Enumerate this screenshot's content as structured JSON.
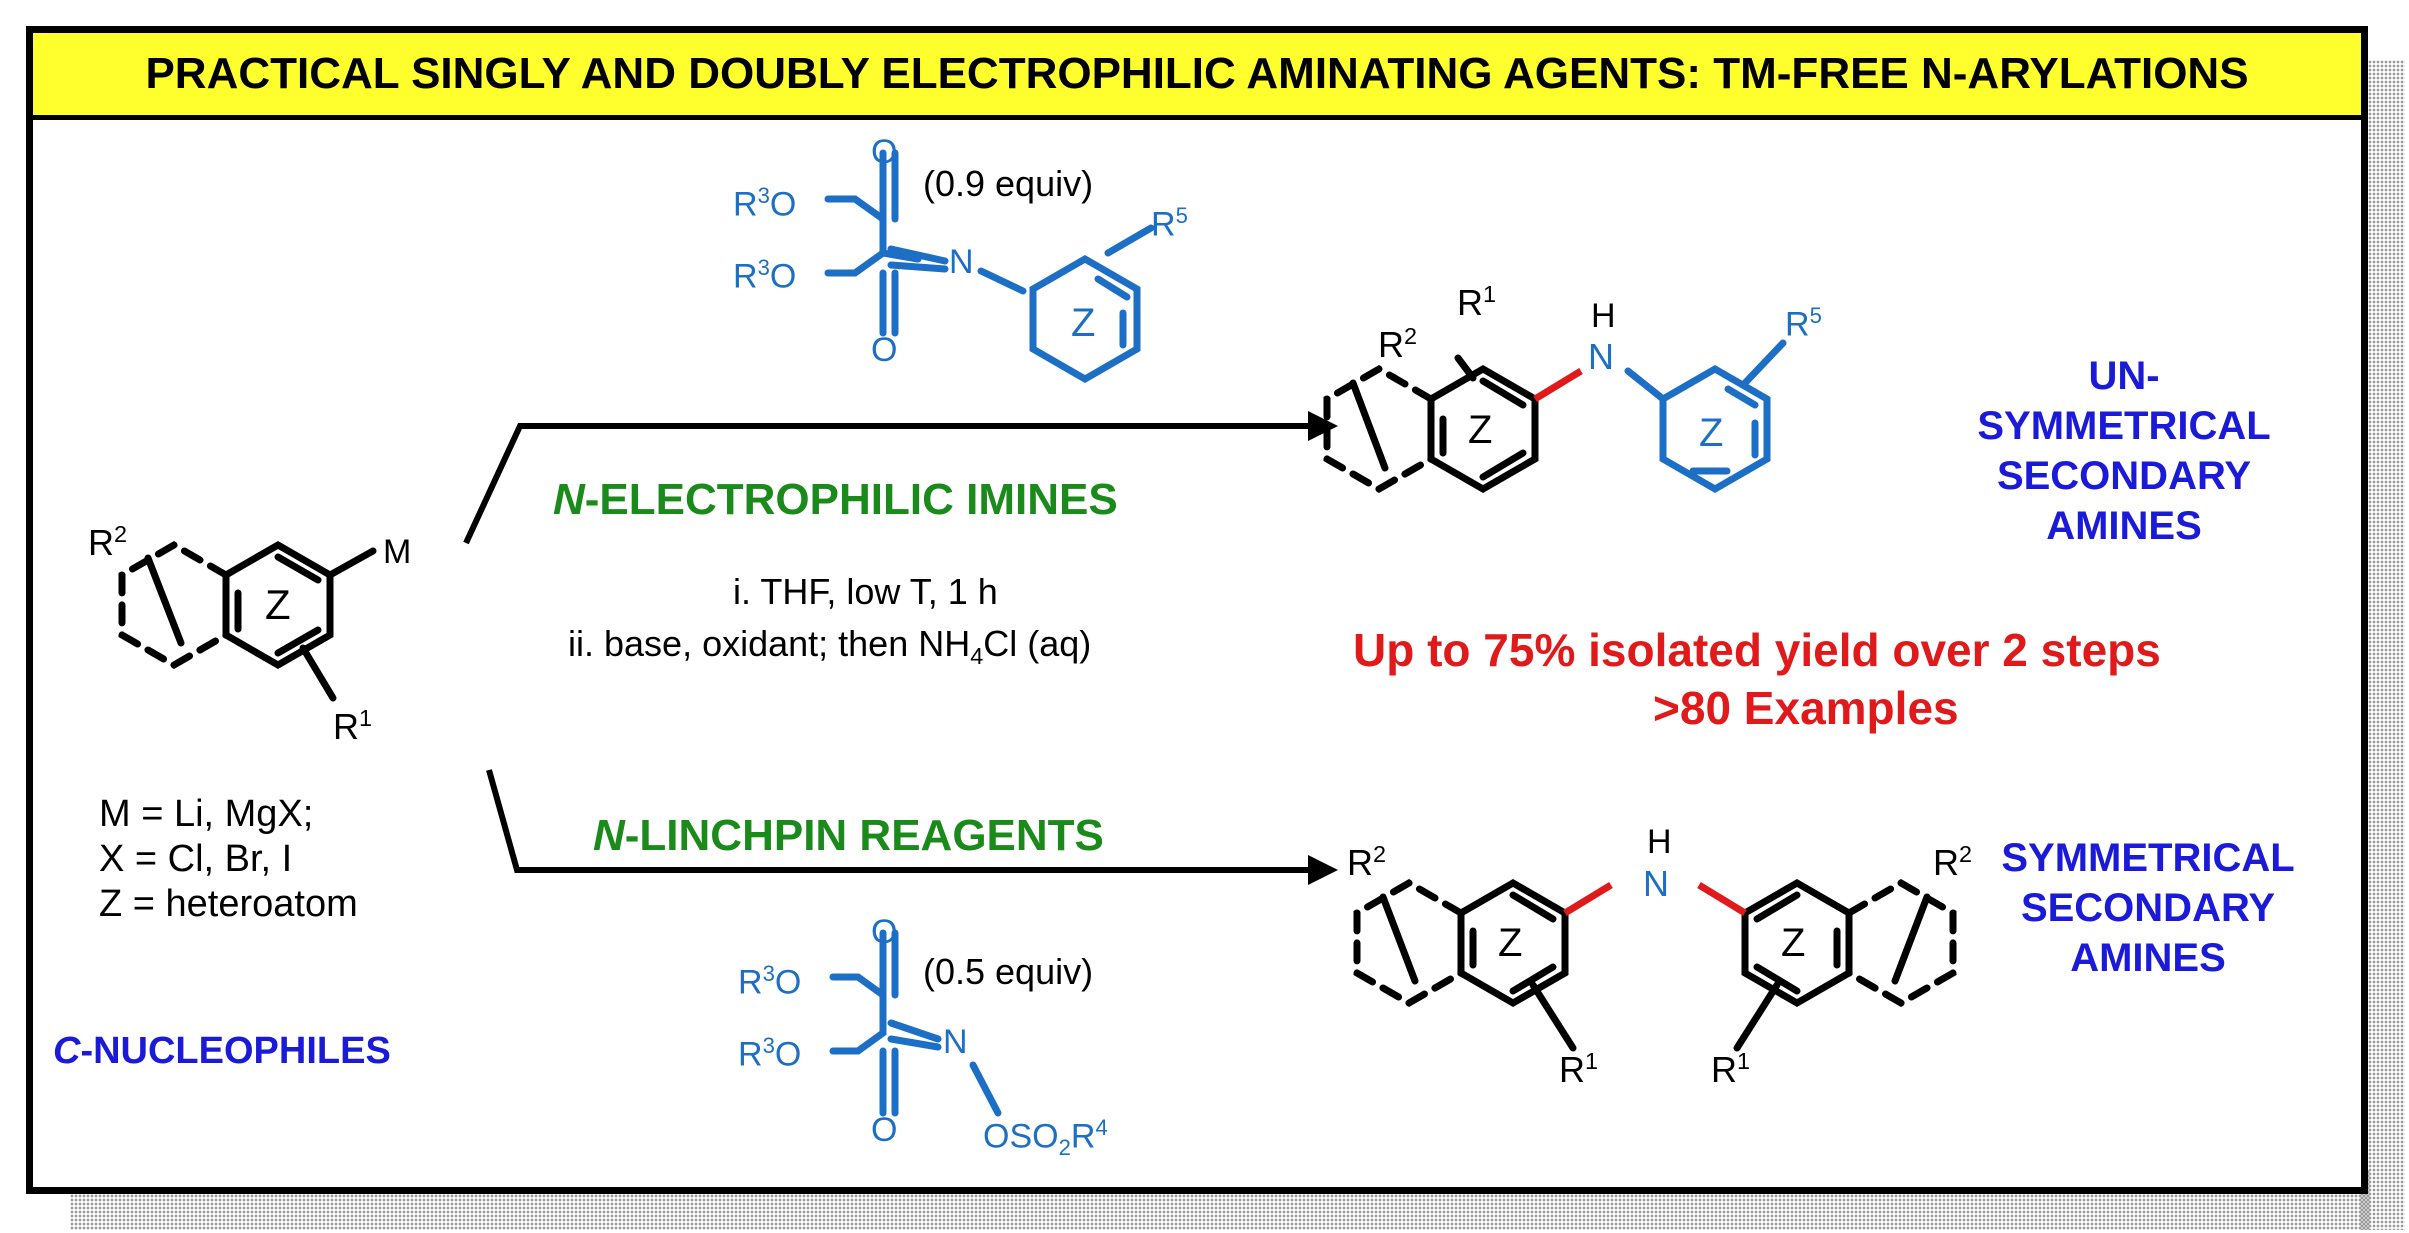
{
  "banner": {
    "title": "PRACTICAL SINGLY AND DOUBLY ELECTROPHILIC AMINATING AGENTS: TM-FREE N-ARYLATIONS"
  },
  "nucleophile": {
    "r2": "R",
    "r2_sup": "2",
    "m": "M",
    "z": "Z",
    "r1": "R",
    "r1_sup": "1",
    "def_m": "M = Li, MgX;",
    "def_x": "X = Cl, Br, I",
    "def_z": "Z = heteroatom",
    "class_italic": "C",
    "class_rest": "-NUCLEOPHILES"
  },
  "imine_reagent": {
    "o_top": "O",
    "o_bottom": "O",
    "n": "N",
    "z": "Z",
    "r3": "R",
    "r3_sup": "3",
    "o_ester": "O",
    "r5": "R",
    "r5_sup": "5",
    "equiv": "(0.9 equiv)"
  },
  "upper_path": {
    "label_italic": "N",
    "label_rest": "-ELECTROPHILIC IMINES",
    "cond1": "i. THF, low T, 1 h",
    "cond2_pre": "ii. base, oxidant; then NH",
    "cond2_sub": "4",
    "cond2_post": "Cl (aq)"
  },
  "product_unsym": {
    "r2": "R",
    "r2_sup": "2",
    "r1": "R",
    "r1_sup": "1",
    "h": "H",
    "n": "N",
    "r5": "R",
    "r5_sup": "5",
    "z": "Z",
    "class_line1": "UN-",
    "class_line2": "SYMMETRICAL",
    "class_line3": "SECONDARY",
    "class_line4": "AMINES"
  },
  "yield": {
    "line1": "Up to 75% isolated yield over 2 steps",
    "line2": ">80 Examples"
  },
  "lower_path": {
    "label_italic": "N",
    "label_rest": "-LINCHPIN REAGENTS"
  },
  "linchpin_reagent": {
    "o_top": "O",
    "o_bottom": "O",
    "n": "N",
    "r3": "R",
    "r3_sup": "3",
    "o_ester": "O",
    "oso2": "OSO",
    "oso2_sub": "2",
    "r4": "R",
    "r4_sup": "4",
    "equiv": "(0.5 equiv)"
  },
  "product_sym": {
    "r2": "R",
    "r2_sup": "2",
    "r1": "R",
    "r1_sup": "1",
    "h": "H",
    "n": "N",
    "z": "Z",
    "class_line1": "SYMMETRICAL",
    "class_line2": "SECONDARY",
    "class_line3": "AMINES"
  },
  "colors": {
    "banner": "#ffff2e",
    "green": "#1a8a1a",
    "blue_text": "#1a1ad8",
    "red": "#e01a1a",
    "reagent_blue": "#1c6fc4"
  }
}
